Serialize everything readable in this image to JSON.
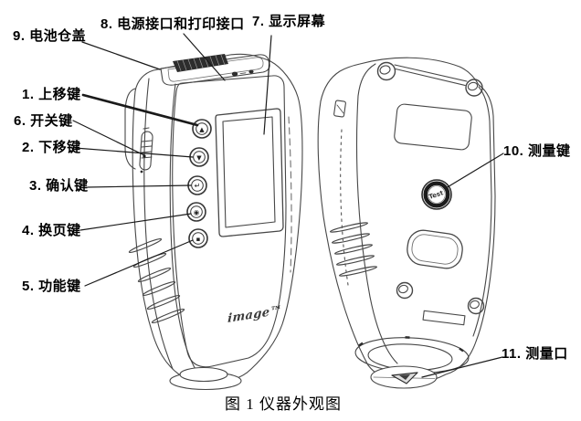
{
  "figure": {
    "caption": "图 1 仪器外观图",
    "title_meaning": "instrument appearance diagram"
  },
  "colors": {
    "background": "#ffffff",
    "line": "#474747",
    "dark_fill": "#2d2d2d",
    "label_text": "#000000"
  },
  "labels": [
    {
      "text": "9. 电池仓盖",
      "target": "battery-cover"
    },
    {
      "text": "8. 电源接口和打印接口",
      "target": "power-and-print-ports"
    },
    {
      "text": "7. 显示屏幕",
      "target": "display-screen"
    },
    {
      "text": "1. 上移键",
      "target": "up-key"
    },
    {
      "text": "6. 开关键",
      "target": "power-switch"
    },
    {
      "text": "2. 下移键",
      "target": "down-key"
    },
    {
      "text": "3. 确认键",
      "target": "confirm-key"
    },
    {
      "text": "4. 换页键",
      "target": "page-key"
    },
    {
      "text": "5. 功能键",
      "target": "function-key"
    },
    {
      "text": "10. 测量键",
      "target": "measure-key"
    },
    {
      "text": "11. 测量口",
      "target": "measure-port"
    }
  ],
  "front_device": {
    "logo": "image™",
    "keys": [
      {
        "name": "up-key",
        "glyph": "▲"
      },
      {
        "name": "down-key",
        "glyph": "▼"
      },
      {
        "name": "confirm-key",
        "glyph": "↵"
      },
      {
        "name": "page-key",
        "glyph": "◉"
      },
      {
        "name": "function-key",
        "glyph": "▪"
      }
    ]
  },
  "back_device": {
    "test_button_label": "Test"
  }
}
